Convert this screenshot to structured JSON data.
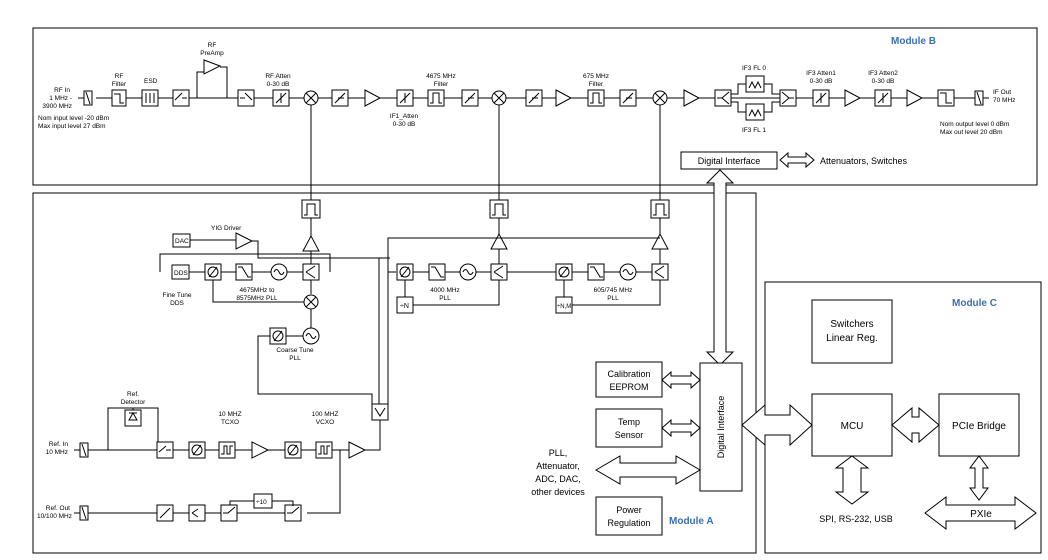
{
  "modules": {
    "a": "Module A",
    "b": "Module B",
    "c": "Module C"
  },
  "module_b": {
    "rf_in": [
      "RF In",
      "1 MHz -",
      "3900 MHz"
    ],
    "input_level": [
      "Nom input level -20 dBm",
      "Max input level 27 dBm"
    ],
    "rf_filter": [
      "RF",
      "Filter"
    ],
    "esd": "ESD",
    "rf_preamp": [
      "RF",
      "PreAmp"
    ],
    "rf_atten": [
      "RF Atten",
      "0-30 dB"
    ],
    "if1_atten": [
      "IF1_Atten",
      "0-30 dB"
    ],
    "filter_4675": [
      "4675 MHz",
      "Filter"
    ],
    "filter_675": [
      "675 MHz",
      "Filter"
    ],
    "if3_fl0": "IF3 FL 0",
    "if3_fl1": "IF3 FL 1",
    "if3_atten1": [
      "IF3 Atten1",
      "0-30 dB"
    ],
    "if3_atten2": [
      "IF3 Atten2",
      "0-30 dB"
    ],
    "if_out": [
      "IF Out",
      "70 MHz"
    ],
    "output_level": [
      "Nom output level 0 dBm",
      "Max out level 20 dBm"
    ],
    "digital_interface": "Digital Interface",
    "attenuators_switches": "Attenuators, Switches"
  },
  "module_a": {
    "yig_driver": "YIG Driver",
    "dac": "DAC",
    "dds": "DDS",
    "fine_tune": [
      "Fine Tune",
      "DDS"
    ],
    "pll1": [
      "4675MHz to",
      "8575MHz PLL"
    ],
    "coarse_tune": [
      "Coarse Tune",
      "PLL"
    ],
    "pll2": [
      "4000 MHz",
      "PLL"
    ],
    "div_n": "÷N",
    "div_nm": "÷N,M",
    "pll3": [
      "605/745 MHz",
      "PLL"
    ],
    "ref_detector": [
      "Ref.",
      "Detector"
    ],
    "tcxo": [
      "10 MHZ",
      "TCXO"
    ],
    "vcxo": [
      "100 MHZ",
      "VCXO"
    ],
    "ref_in": [
      "Ref. In",
      "10 MHz"
    ],
    "ref_out": [
      "Ref. Out",
      "10/100 MHz"
    ],
    "div10": "÷10",
    "calibration": [
      "Calibration",
      "EEPROM"
    ],
    "temp_sensor": [
      "Temp",
      "Sensor"
    ],
    "power_regulation": [
      "Power",
      "Regulation"
    ],
    "pll_etc": [
      "PLL,",
      "Attenuator,",
      "ADC, DAC,",
      "other devices"
    ],
    "digital_interface": "Digital Interface"
  },
  "module_c": {
    "switchers": [
      "Switchers",
      "Linear Reg."
    ],
    "mcu": "MCU",
    "pcie_bridge": "PCIe Bridge",
    "spi": "SPI, RS-232, USB",
    "pxie": "PXIe"
  }
}
